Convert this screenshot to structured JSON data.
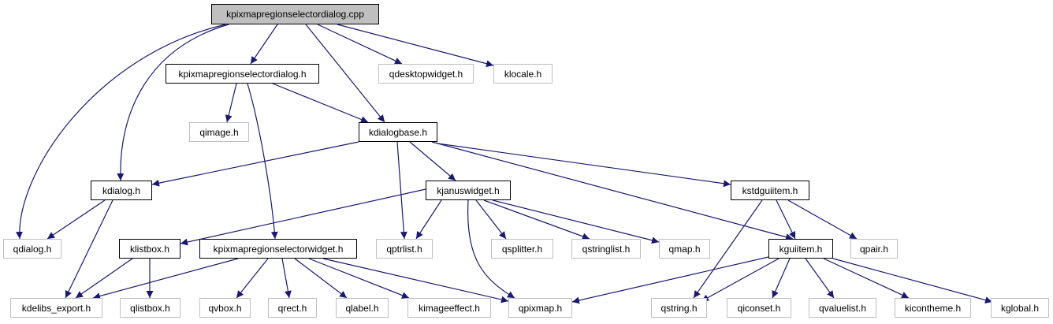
{
  "diagram": {
    "type": "include-dependency-graph",
    "root": "cpp",
    "edge_color": "#191970",
    "nodes": [
      {
        "id": "cpp",
        "label": "kpixmapregionselectordialog.cpp",
        "kind": "root"
      },
      {
        "id": "dlg_h",
        "label": "kpixmapregionselectordialog.h",
        "kind": "internal"
      },
      {
        "id": "qdesktopwidget",
        "label": "qdesktopwidget.h",
        "kind": "external"
      },
      {
        "id": "klocale",
        "label": "klocale.h",
        "kind": "external"
      },
      {
        "id": "qimage",
        "label": "qimage.h",
        "kind": "external"
      },
      {
        "id": "kdialogbase",
        "label": "kdialogbase.h",
        "kind": "internal"
      },
      {
        "id": "kdialog",
        "label": "kdialog.h",
        "kind": "internal"
      },
      {
        "id": "kjanuswidget",
        "label": "kjanuswidget.h",
        "kind": "internal"
      },
      {
        "id": "kstdguiitem",
        "label": "kstdguiitem.h",
        "kind": "internal"
      },
      {
        "id": "qdialog",
        "label": "qdialog.h",
        "kind": "external"
      },
      {
        "id": "klistbox",
        "label": "klistbox.h",
        "kind": "internal"
      },
      {
        "id": "widget_h",
        "label": "kpixmapregionselectorwidget.h",
        "kind": "internal"
      },
      {
        "id": "qptrlist",
        "label": "qptrlist.h",
        "kind": "external"
      },
      {
        "id": "qsplitter",
        "label": "qsplitter.h",
        "kind": "external"
      },
      {
        "id": "qstringlist",
        "label": "qstringlist.h",
        "kind": "external"
      },
      {
        "id": "qmap",
        "label": "qmap.h",
        "kind": "external"
      },
      {
        "id": "kguiitem",
        "label": "kguiitem.h",
        "kind": "internal"
      },
      {
        "id": "qpair",
        "label": "qpair.h",
        "kind": "external"
      },
      {
        "id": "kdelibs_export",
        "label": "kdelibs_export.h",
        "kind": "external"
      },
      {
        "id": "qlistbox",
        "label": "qlistbox.h",
        "kind": "external"
      },
      {
        "id": "qvbox",
        "label": "qvbox.h",
        "kind": "external"
      },
      {
        "id": "qrect",
        "label": "qrect.h",
        "kind": "external"
      },
      {
        "id": "qlabel",
        "label": "qlabel.h",
        "kind": "external"
      },
      {
        "id": "kimageeffect",
        "label": "kimageeffect.h",
        "kind": "external"
      },
      {
        "id": "qpixmap",
        "label": "qpixmap.h",
        "kind": "external"
      },
      {
        "id": "qstring",
        "label": "qstring.h",
        "kind": "external"
      },
      {
        "id": "qiconset",
        "label": "qiconset.h",
        "kind": "external"
      },
      {
        "id": "qvaluelist",
        "label": "qvaluelist.h",
        "kind": "external"
      },
      {
        "id": "kicontheme",
        "label": "kicontheme.h",
        "kind": "external"
      },
      {
        "id": "kglobal",
        "label": "kglobal.h",
        "kind": "external"
      }
    ],
    "edges": [
      [
        "cpp",
        "dlg_h"
      ],
      [
        "cpp",
        "qdesktopwidget"
      ],
      [
        "cpp",
        "klocale"
      ],
      [
        "cpp",
        "kdialogbase"
      ],
      [
        "cpp",
        "kdialog"
      ],
      [
        "cpp",
        "qdialog"
      ],
      [
        "dlg_h",
        "qimage"
      ],
      [
        "dlg_h",
        "kdialogbase"
      ],
      [
        "dlg_h",
        "widget_h"
      ],
      [
        "kdialogbase",
        "kdialog"
      ],
      [
        "kdialogbase",
        "kjanuswidget"
      ],
      [
        "kdialogbase",
        "qptrlist"
      ],
      [
        "kdialogbase",
        "kguiitem"
      ],
      [
        "kdialogbase",
        "kstdguiitem"
      ],
      [
        "kdialog",
        "qdialog"
      ],
      [
        "kdialog",
        "kdelibs_export"
      ],
      [
        "kjanuswidget",
        "klistbox"
      ],
      [
        "kjanuswidget",
        "qptrlist"
      ],
      [
        "kjanuswidget",
        "qpixmap"
      ],
      [
        "kjanuswidget",
        "qsplitter"
      ],
      [
        "kjanuswidget",
        "qstringlist"
      ],
      [
        "kjanuswidget",
        "qmap"
      ],
      [
        "kstdguiitem",
        "kguiitem"
      ],
      [
        "kstdguiitem",
        "qpair"
      ],
      [
        "kstdguiitem",
        "qstring"
      ],
      [
        "klistbox",
        "kdelibs_export"
      ],
      [
        "klistbox",
        "qlistbox"
      ],
      [
        "widget_h",
        "kdelibs_export"
      ],
      [
        "widget_h",
        "qvbox"
      ],
      [
        "widget_h",
        "qrect"
      ],
      [
        "widget_h",
        "qlabel"
      ],
      [
        "widget_h",
        "kimageeffect"
      ],
      [
        "widget_h",
        "qpixmap"
      ],
      [
        "kguiitem",
        "qpixmap"
      ],
      [
        "kguiitem",
        "qstring"
      ],
      [
        "kguiitem",
        "qiconset"
      ],
      [
        "kguiitem",
        "qvaluelist"
      ],
      [
        "kguiitem",
        "kicontheme"
      ],
      [
        "kguiitem",
        "kglobal"
      ]
    ]
  }
}
